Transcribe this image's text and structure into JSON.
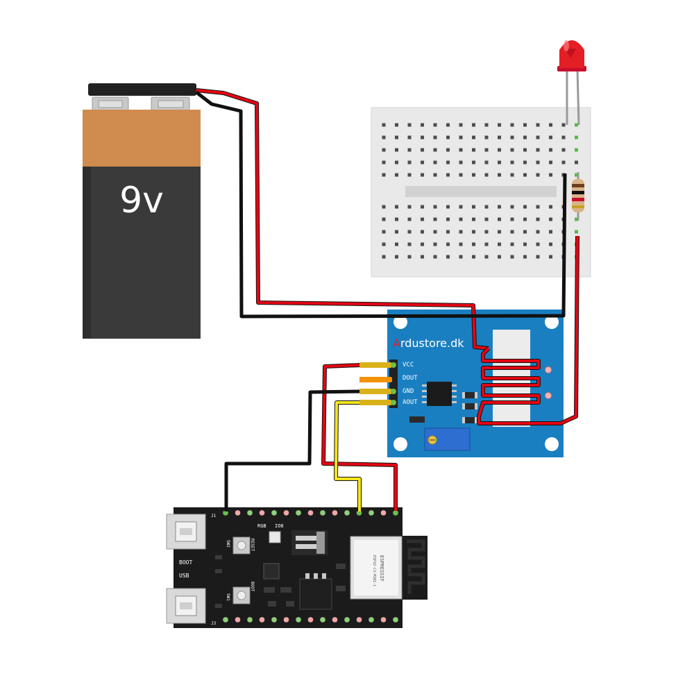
{
  "battery": {
    "label": "9v"
  },
  "sensor": {
    "brand_first": "A",
    "brand_rest": "rdustore.dk",
    "pins": [
      "VCC",
      "DOUT",
      "GND",
      "AOUT"
    ]
  },
  "board": {
    "label_rgb": "RGB",
    "label_io8": "IO8",
    "label_boot": "BOOT",
    "label_usb": "USB",
    "label_reset": "RESET",
    "label_boot_button": "BOOT",
    "label_sw2": "SW2",
    "label_sw1": "SW1",
    "label_j1": "J1",
    "label_j3": "J3",
    "module_line1": "ESPRESSIF",
    "module_line2": "ESP32-C3-MINI-1"
  },
  "colors": {
    "wire_red": "#e30613",
    "wire_black": "#111111",
    "wire_yellow": "#f5e61a",
    "sensor_board": "#1a7fc1",
    "breadboard": "#e9e9e9",
    "mcu_board": "#1b1b1b",
    "battery_top": "#d08b4e",
    "battery_body": "#3a3a3a"
  }
}
